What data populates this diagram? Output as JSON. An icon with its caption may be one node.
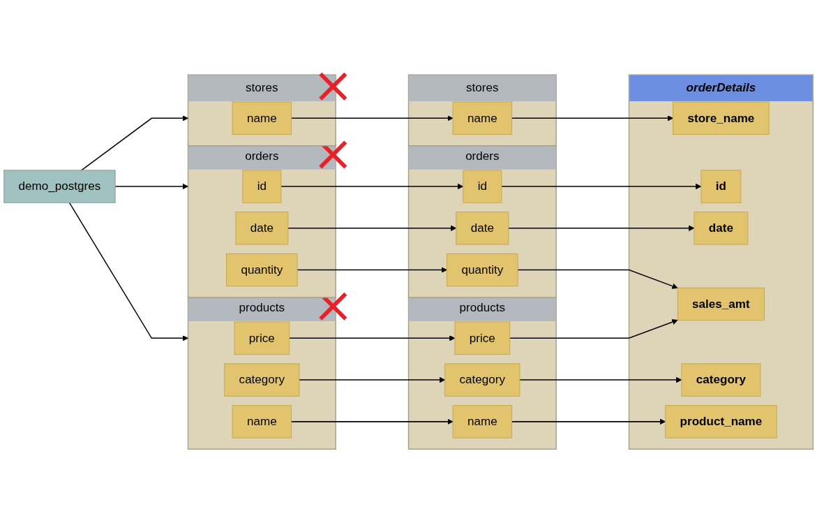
{
  "diagram": {
    "nodes": [
      {
        "text": [
          "demo_postgres"
        ]
      },
      {
        "text": [
          "stores"
        ]
      },
      {
        "text": [
          "name"
        ],
        "in": 1
      },
      {
        "text": [
          "orders"
        ]
      },
      {
        "text": [
          "id"
        ],
        "in": 3
      },
      {
        "text": [
          "date"
        ],
        "in": 3
      },
      {
        "text": [
          "quantity"
        ],
        "in": 3
      },
      {
        "text": [
          "products"
        ]
      },
      {
        "text": [
          "price"
        ],
        "in": 7
      },
      {
        "text": [
          "category"
        ],
        "in": 7
      },
      {
        "text": [
          "name"
        ],
        "in": 7
      },
      {
        "text": [
          "stores"
        ]
      },
      {
        "text": [
          "name"
        ],
        "in": 11
      },
      {
        "text": [
          "orders"
        ]
      },
      {
        "text": [
          "id"
        ],
        "in": 13
      },
      {
        "text": [
          "date"
        ],
        "in": 13
      },
      {
        "text": [
          "quantity"
        ],
        "in": 13
      },
      {
        "text": [
          "products"
        ]
      },
      {
        "text": [
          "price"
        ],
        "in": 17
      },
      {
        "text": [
          "category"
        ],
        "in": 17
      },
      {
        "text": [
          "name"
        ],
        "in": 17
      },
      {
        "text": [
          "orderDetails"
        ]
      },
      {
        "text": [
          "store_name"
        ],
        "in": 21
      },
      {
        "text": [
          "id"
        ],
        "in": 21
      },
      {
        "text": [
          "date"
        ],
        "in": 21
      },
      {
        "text": [
          "sales_amt"
        ],
        "in": 21
      },
      {
        "text": [
          "category"
        ],
        "in": 21
      },
      {
        "text": [
          "product_name"
        ],
        "in": 21
      }
    ],
    "edges": [
      {
        "from": 0,
        "to": 1,
        "arrow": "to"
      },
      {
        "from": 0,
        "to": 3,
        "arrow": "to"
      },
      {
        "from": 0,
        "to": 7,
        "arrow": "to"
      },
      {
        "from": 2,
        "to": 12,
        "arrow": "to"
      },
      {
        "from": 4,
        "to": 14,
        "arrow": "to"
      },
      {
        "from": 5,
        "to": 15,
        "arrow": "to"
      },
      {
        "from": 6,
        "to": 16,
        "arrow": "to"
      },
      {
        "from": 8,
        "to": 18,
        "arrow": "to"
      },
      {
        "from": 9,
        "to": 19,
        "arrow": "to"
      },
      {
        "from": 10,
        "to": 20,
        "arrow": "to"
      },
      {
        "from": 12,
        "to": 22,
        "arrow": "to"
      },
      {
        "from": 14,
        "to": 23,
        "arrow": "to"
      },
      {
        "from": 15,
        "to": 24,
        "arrow": "to"
      },
      {
        "from": 16,
        "to": 25,
        "arrow": "to"
      },
      {
        "from": 18,
        "to": 25,
        "arrow": "to"
      },
      {
        "from": 19,
        "to": 26,
        "arrow": "to"
      },
      {
        "from": 20,
        "to": 27,
        "arrow": "to"
      }
    ]
  }
}
